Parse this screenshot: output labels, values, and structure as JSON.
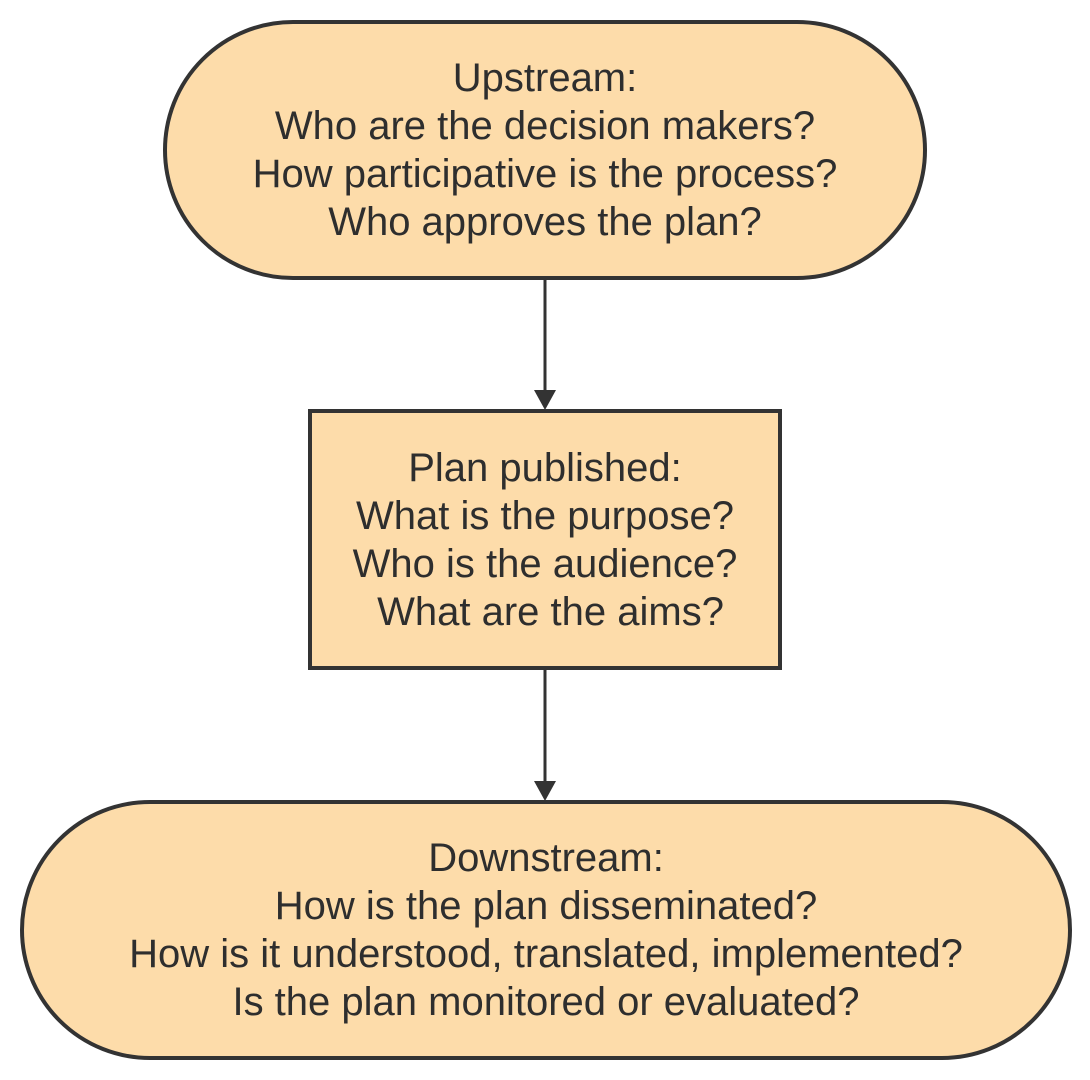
{
  "diagram": {
    "nodes": [
      {
        "id": "upstream",
        "shape": "stadium",
        "title": "Upstream:",
        "lines": [
          "Who are the decision makers?",
          "How participative is the process?",
          "Who approves the plan?"
        ]
      },
      {
        "id": "plan",
        "shape": "rectangle",
        "title": "Plan published:",
        "lines": [
          "What is the purpose?",
          "Who is the audience?",
          " What are the aims?"
        ]
      },
      {
        "id": "downstream",
        "shape": "stadium",
        "title": "Downstream:",
        "lines": [
          "How is the plan disseminated?",
          "How is it understood, translated, implemented?",
          "Is the plan monitored or evaluated?"
        ]
      }
    ],
    "edges": [
      {
        "from": "upstream",
        "to": "plan"
      },
      {
        "from": "plan",
        "to": "downstream"
      }
    ],
    "colors": {
      "node_fill": "#fddcaa",
      "stroke": "#333333",
      "text": "#2e2e2e"
    }
  }
}
